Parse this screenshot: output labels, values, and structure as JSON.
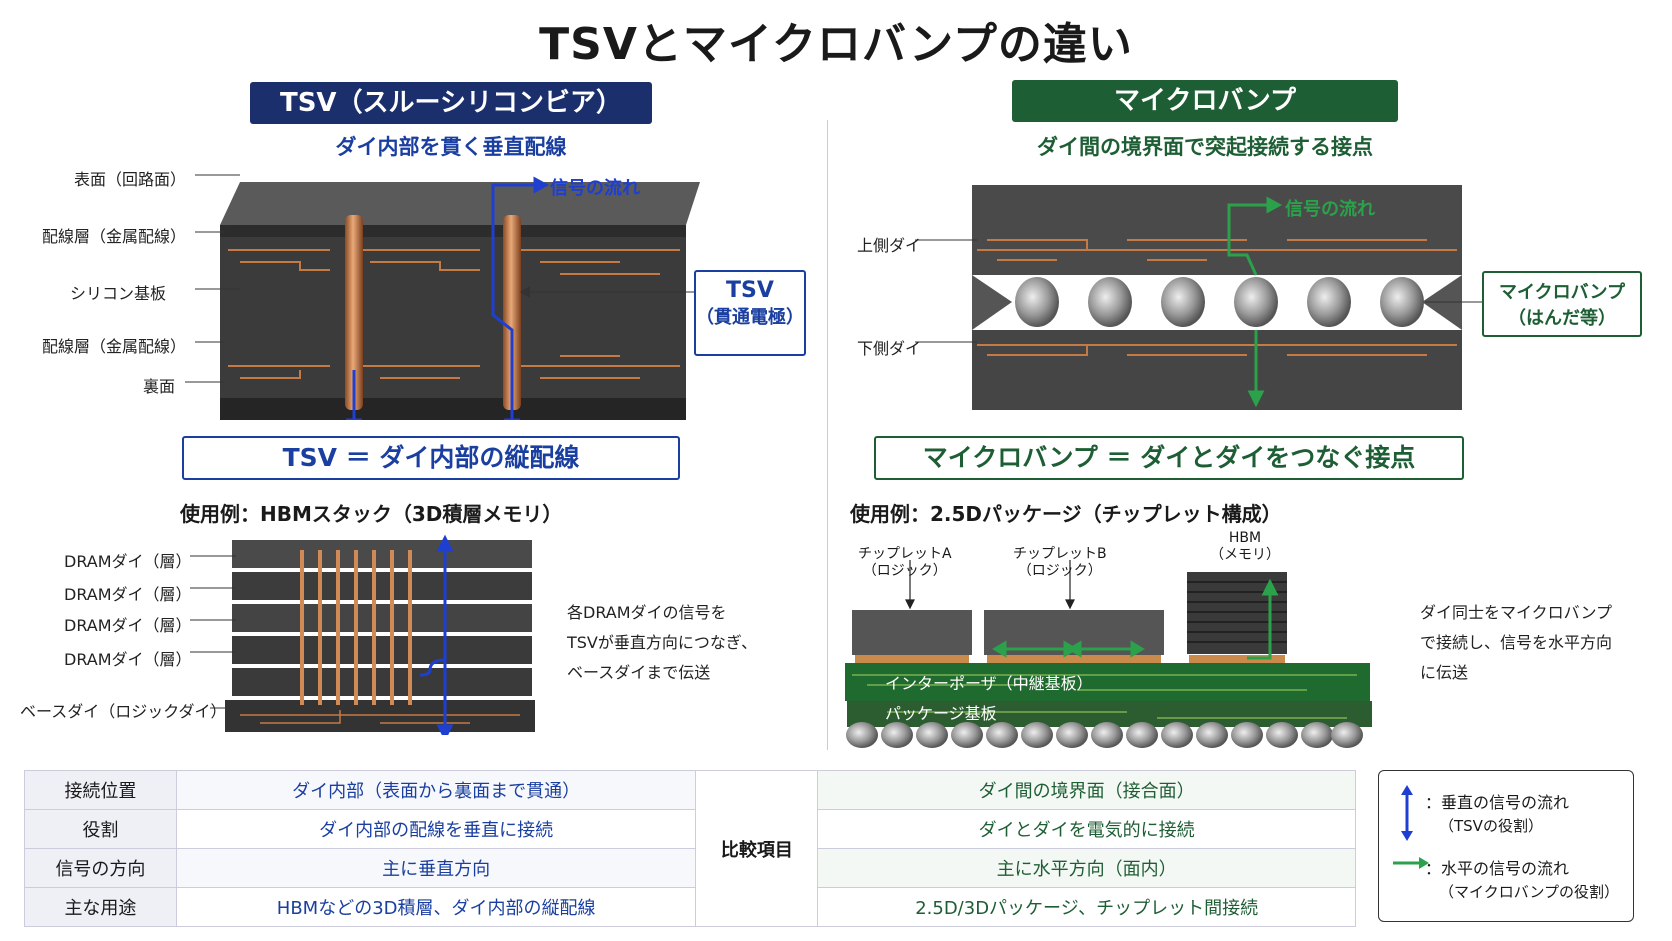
{
  "title": "TSVとマイクロバンプの違い",
  "left": {
    "header": "TSV（スルーシリコンビア）",
    "subtitle": "ダイ内部を貫く垂直配線",
    "labels": [
      "表面（回路面）",
      "配線層（金属配線）",
      "シリコン基板",
      "配線層（金属配線）",
      "裏面"
    ],
    "signal_label": "信号の流れ",
    "callout": {
      "line1": "TSV",
      "line2": "（貫通電極）"
    },
    "equation": "TSV ＝ ダイ内部の縦配線",
    "example_title": "使用例：HBMスタック（3D積層メモリ）",
    "stack_labels": [
      "DRAMダイ（層）",
      "DRAMダイ（層）",
      "DRAMダイ（層）",
      "DRAMダイ（層）",
      "ベースダイ（ロジックダイ）"
    ],
    "note": [
      "各DRAMダイの信号を",
      "TSVが垂直方向につなぎ、",
      "ベースダイまで伝送"
    ]
  },
  "right": {
    "header": "マイクロバンプ",
    "subtitle": "ダイ間の境界面で突起接続する接点",
    "labels": [
      "上側ダイ",
      "下側ダイ"
    ],
    "signal_label": "信号の流れ",
    "callout": {
      "line1": "マイクロバンプ",
      "line2": "（はんだ等）"
    },
    "equation": "マイクロバンプ ＝ ダイとダイをつなぐ接点",
    "example_title": "使用例：2.5Dパッケージ（チップレット構成）",
    "chip_a": [
      "チップレットA",
      "（ロジック）"
    ],
    "chip_b": [
      "チップレットB",
      "（ロジック）"
    ],
    "hbm": [
      "HBM",
      "（メモリ）"
    ],
    "interposer": "インターポーザ（中継基板）",
    "package": "パッケージ基板",
    "note": [
      "ダイ同士をマイクロバンプ",
      "で接続し、信号を水平方向",
      "に伝送"
    ]
  },
  "table": {
    "center_label": "比較項目",
    "rows": [
      {
        "item": "接続位置",
        "tsv": "ダイ内部（表面から裏面まで貫通）",
        "bump": "ダイ間の境界面（接合面）"
      },
      {
        "item": "役割",
        "tsv": "ダイ内部の配線を垂直に接続",
        "bump": "ダイとダイを電気的に接続"
      },
      {
        "item": "信号の方向",
        "tsv": "主に垂直方向",
        "bump": "主に水平方向（面内）"
      },
      {
        "item": "主な用途",
        "tsv": "HBMなどの3D積層、ダイ内部の縦配線",
        "bump": "2.5D/3Dパッケージ、チップレット間接続"
      }
    ]
  },
  "legend": {
    "vertical": {
      "line1": "：垂直の信号の流れ",
      "line2": "（TSVの役割）"
    },
    "horizontal": {
      "line1": "：水平の信号の流れ",
      "line2": "（マイクロバンプの役割）"
    }
  },
  "colors": {
    "navy": "#1a2f6b",
    "green": "#1e5e34",
    "blue_arrow": "#1f3fd0",
    "green_arrow": "#2aa14a",
    "copper": "#c8784a"
  }
}
